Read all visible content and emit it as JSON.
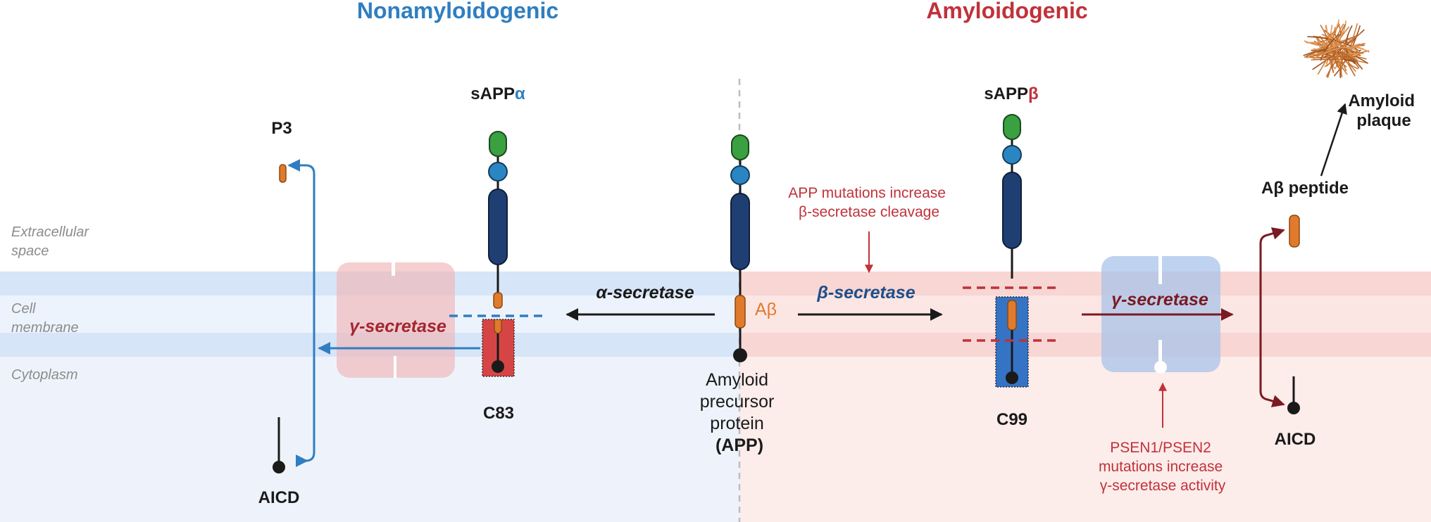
{
  "headers": {
    "left": "Nonamyloidogenic",
    "right": "Amyloidogenic"
  },
  "zones": {
    "extracellular": [
      "Extracellular",
      "space"
    ],
    "membrane": [
      "Cell",
      "membrane"
    ],
    "cytoplasm": "Cytoplasm"
  },
  "labels": {
    "p3": "P3",
    "sappa_prefix": "sAPP",
    "sappa_greek": "α",
    "sappb_prefix": "sAPP",
    "sappb_greek": "β",
    "c83": "C83",
    "c99": "C99",
    "aicd_left": "AICD",
    "aicd_right": "AICD",
    "abeta_peptide": "Aβ peptide",
    "amyloid_plaque": [
      "Amyloid",
      "plaque"
    ],
    "abeta_marker": "Aβ",
    "app": [
      "Amyloid",
      "precursor",
      "protein",
      "(APP)"
    ]
  },
  "enzymes": {
    "alpha": "α-secretase",
    "beta": "β-secretase",
    "gamma_left": "γ-secretase",
    "gamma_right": "γ-secretase"
  },
  "notes": {
    "app_mutations": [
      "APP mutations increase",
      "β-secretase cleavage"
    ],
    "psen_mutations": [
      "PSEN1/PSEN2",
      "mutations increase",
      "γ-secretase activity"
    ]
  },
  "colors": {
    "nonamyloid_blue": "#2f7ec1",
    "amyloid_red": "#c0323a",
    "dark_red": "#7a1a22",
    "green_domain": "#3aa040",
    "teal_domain": "#2a86c2",
    "navy_domain": "#1f3f73",
    "abeta_orange": "#e07a2c",
    "membrane_blue": "#d2e2f5",
    "bg_blue": "#eef3fb",
    "bg_pink": "#fcecea"
  }
}
